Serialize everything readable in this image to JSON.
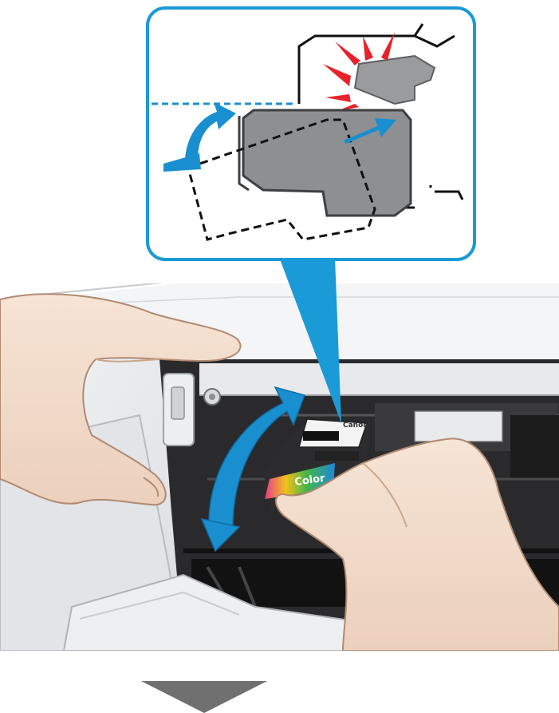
{
  "cartridge": {
    "brand_text": "Canon",
    "color_label": "Color"
  },
  "colors": {
    "callout_border": "#1a9ad6",
    "accent_blue": "#1a8fd0",
    "arrow_gray": "#707070",
    "burst_red": "#e8222b",
    "printer_body": "#e9eaec",
    "printer_dark": "#1a1a1a",
    "skin": "#f2dccb"
  },
  "icons": {
    "inset": "cartridge-lock-diagram",
    "rotation_arrow": "curved-rotate-arrow-icon",
    "push_arrow": "straight-arrow-icon",
    "click_burst": "click-burst-icon",
    "next_step": "down-arrow-icon"
  }
}
